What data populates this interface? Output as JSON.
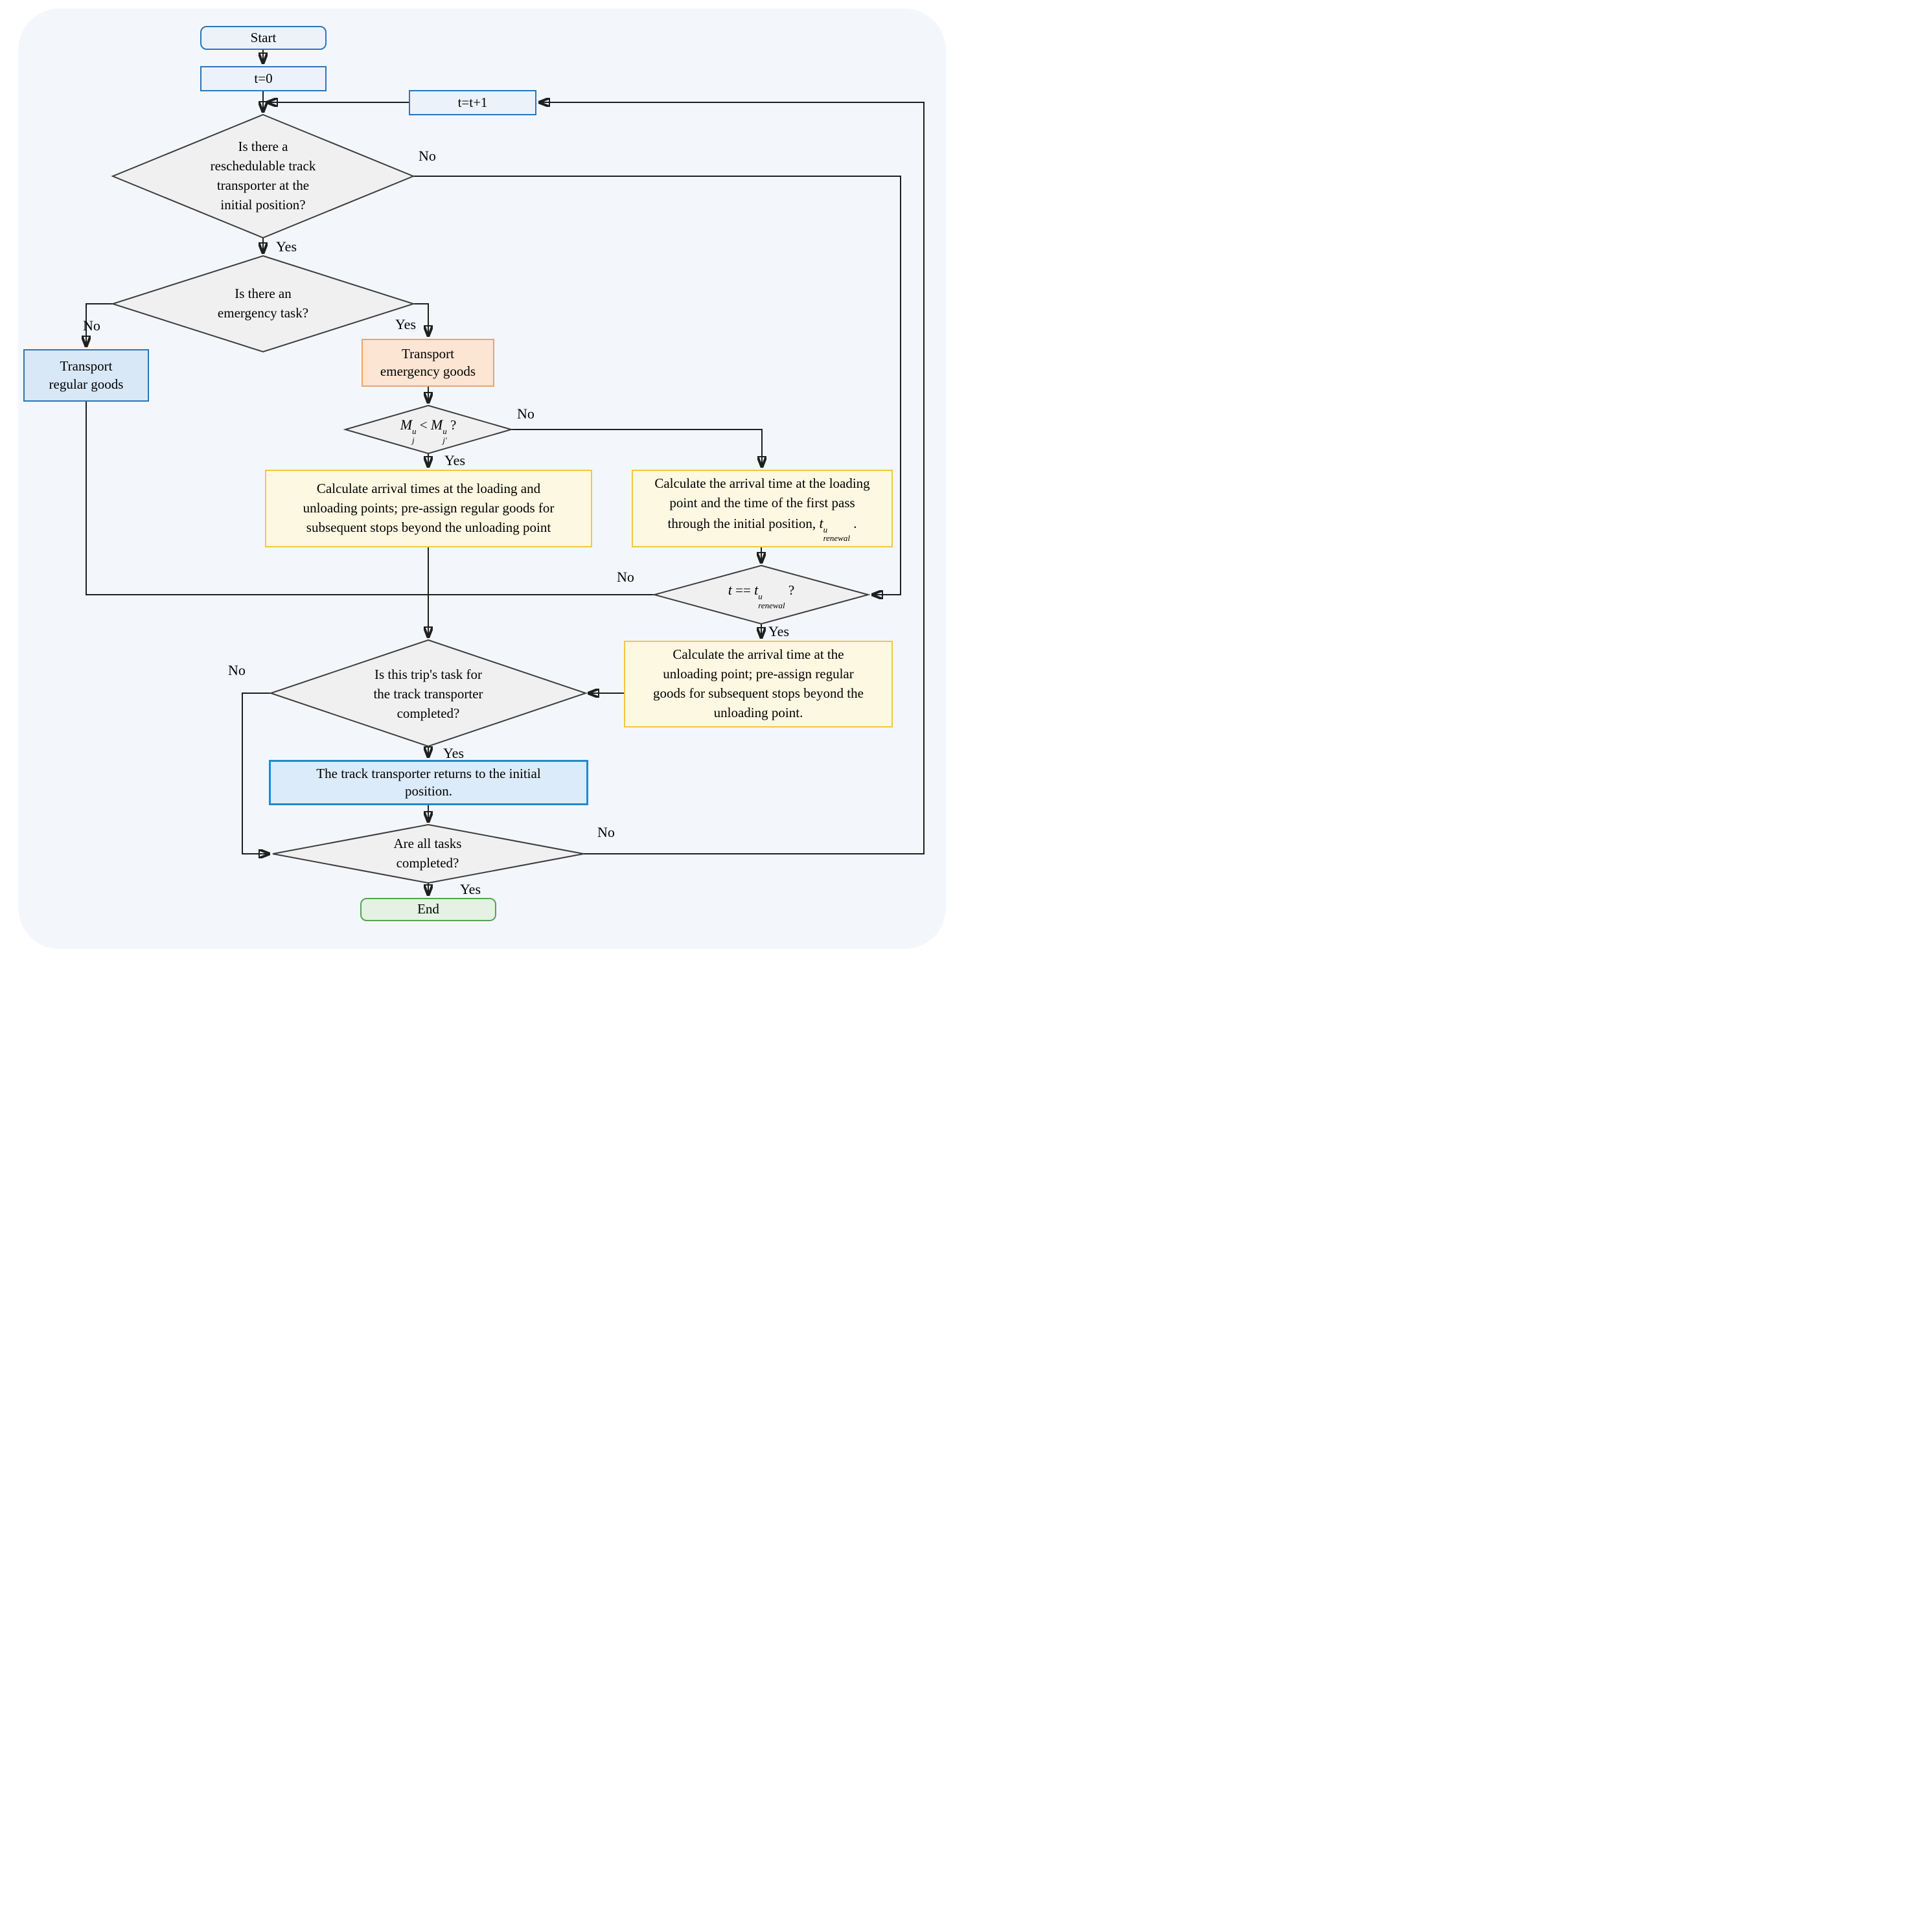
{
  "colors": {
    "panel_bg": "#f3f7fc",
    "node_fill": "#ecf2fa",
    "node_border": "#2e75b6",
    "regular_fill": "#d9e8f7",
    "regular_border": "#2e75b6",
    "emergency_fill": "#fce5d3",
    "emergency_border": "#eda269",
    "diamond_fill": "#f0f0f0",
    "diamond_border": "#3d3d3d",
    "process_fill": "#fdf8e2",
    "process_border": "#f3c73f",
    "return_fill": "#dcebf9",
    "return_border": "#2389cb",
    "end_fill": "#e4f1e3",
    "end_border": "#56a355",
    "wire": "#1f1f1f",
    "text": "#000000"
  },
  "nodes": {
    "start": {
      "label": "Start"
    },
    "t_zero": {
      "label": "t=0"
    },
    "t_inc": {
      "label": "t=t+1"
    },
    "d1": {
      "lines": [
        "Is there a",
        "reschedulable track",
        "transporter at the",
        "initial position?"
      ]
    },
    "d2": {
      "lines": [
        "Is there an",
        "emergency task?"
      ]
    },
    "regular": {
      "lines": [
        "Transport",
        "regular goods"
      ]
    },
    "emergency": {
      "lines": [
        "Transport",
        "emergency goods"
      ]
    },
    "d3": {
      "m1": "M",
      "sup": "u",
      "sub1": "j",
      "op": "<",
      "m2": "M",
      "sub2": "j'",
      "q": "?"
    },
    "y1": {
      "lines": [
        "Calculate arrival times at the loading and",
        "unloading points; pre-assign regular goods for",
        "subsequent stops beyond the unloading point"
      ]
    },
    "y2": {
      "lines": [
        "Calculate the arrival time at the loading",
        "point and the time of the first pass"
      ],
      "pre3": "through the initial position, ",
      "mvar": "t",
      "msup": "u",
      "msub": "renewal",
      "post3": " ."
    },
    "d4": {
      "v1": "t",
      "op": "==",
      "v2": "t",
      "sup": "u",
      "sub": "renewal",
      "q": "?"
    },
    "y3": {
      "lines": [
        "Calculate the arrival time at the",
        "unloading point; pre-assign regular",
        "goods for subsequent stops beyond the",
        "unloading point."
      ]
    },
    "d5": {
      "lines": [
        "Is this trip's task for",
        "the track transporter",
        "completed?"
      ]
    },
    "b5": {
      "lines": [
        "The track transporter returns to the initial",
        "position."
      ]
    },
    "d6": {
      "lines": [
        "Are all tasks",
        "completed?"
      ]
    },
    "end": {
      "label": "End"
    }
  },
  "edge_labels": {
    "d1_no": "No",
    "d1_yes": "Yes",
    "d2_no": "No",
    "d2_yes": "Yes",
    "d3_no": "No",
    "d3_yes": "Yes",
    "d4_no": "No",
    "d4_yes": "Yes",
    "d5_no": "No",
    "d5_yes": "Yes",
    "d6_no": "No",
    "d6_yes": "Yes"
  }
}
